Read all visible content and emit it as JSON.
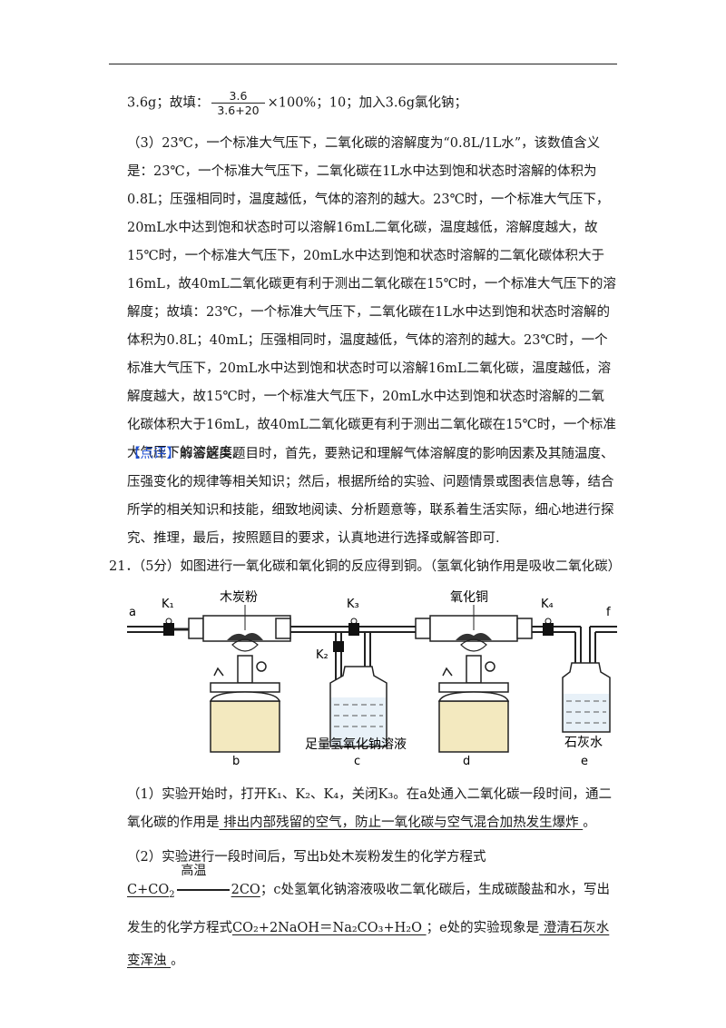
{
  "line0": {
    "a": "3.6g；故填：",
    "num": "3.6",
    "den": "3.6+20",
    "b": "×100%；10；加入3.6g氯化钠；"
  },
  "para3": "（3）23℃，一个标准大气压下，二氧化碳的溶解度为“0.8L/1L水”，该数值含义是：23℃，一个标准大气压下，二氧化碳在1L水中达到饱和状态时溶解的体积为0.8L；压强相同时，温度越低，气体的溶剂的越大。23℃时，一个标准大气压下，20mL水中达到饱和状态时可以溶解16mL二氧化碳，温度越低，溶解度越大，故15℃时，一个标准大气压下，20mL水中达到饱和状态时溶解的二氧化碳体积大于16mL，故40mL二氧化碳更有利于测出二氧化碳在15℃时，一个标准大气压下的溶解度；故填：23℃，一个标准大气压下，二氧化碳在1L水中达到饱和状态时溶解的体积为0.8L；40mL；压强相同时，温度越低，气体的溶剂的越大。23℃时，一个标准大气压下，20mL水中达到饱和状态时可以溶解16mL二氧化碳，温度越低，溶解度越大，故15℃时，一个标准大气压下，20mL水中达到饱和状态时溶解的二氧化碳体积大于16mL，故40mL二氧化碳更有利于测出二氧化碳在15℃时，一个标准大气压下的溶解度。",
  "comment": {
    "tag": "【点评】",
    "text": "解答这类题目时，首先，要熟记和理解气体溶解度的影响因素及其随温度、压强变化的规律等相关知识；然后，根据所给的实验、问题情景或图表信息等，结合所学的相关知识和技能，细致地阅读、分析题意等，联系着生活实际，细心地进行探究、推理，最后，按照题目的要求，认真地进行选择或解答即可."
  },
  "q21": "21．（5分）如图进行一氧化碳和氧化铜的反应得到铜。（氢氧化钠作用是吸收二氧化碳）",
  "diagram": {
    "a": "a",
    "f": "f",
    "k1": "K₁",
    "k2": "K₂",
    "k3": "K₃",
    "k4": "K₄",
    "charcoal": "木炭粉",
    "cuo": "氧化铜",
    "naoh": "足量氢氧化钠溶液",
    "limewater": "石灰水",
    "b": "b",
    "c": "c",
    "d": "d",
    "e": "e"
  },
  "s1": {
    "text": "（1）实验开始时，打开K₁、K₂、K₄，关闭K₃。在a处通入二氧化碳一段时间，通二氧化碳的作用是",
    "answer": "   排出内部残留的空气，防止一氧化碳与空气混合加热发生爆炸   ",
    "end": "。"
  },
  "s2": {
    "a": "（2）实验进行一段时间后，写出b处木炭粉发生的化学方程式",
    "r_left": "  C+CO",
    "r_sub": "2",
    "condition": "高温",
    "r_right": "2CO",
    "b": "；c处氢氧化钠溶液吸收二氧化碳后，生成碳酸盐和水，写出发生的化学方程式",
    "eq2": "CO₂+2NaOH＝Na₂CO₃+H₂O  ",
    "c": "；e处的实验现象是",
    "ans3": "   澄清石灰水变浑浊   ",
    "d": "。"
  }
}
